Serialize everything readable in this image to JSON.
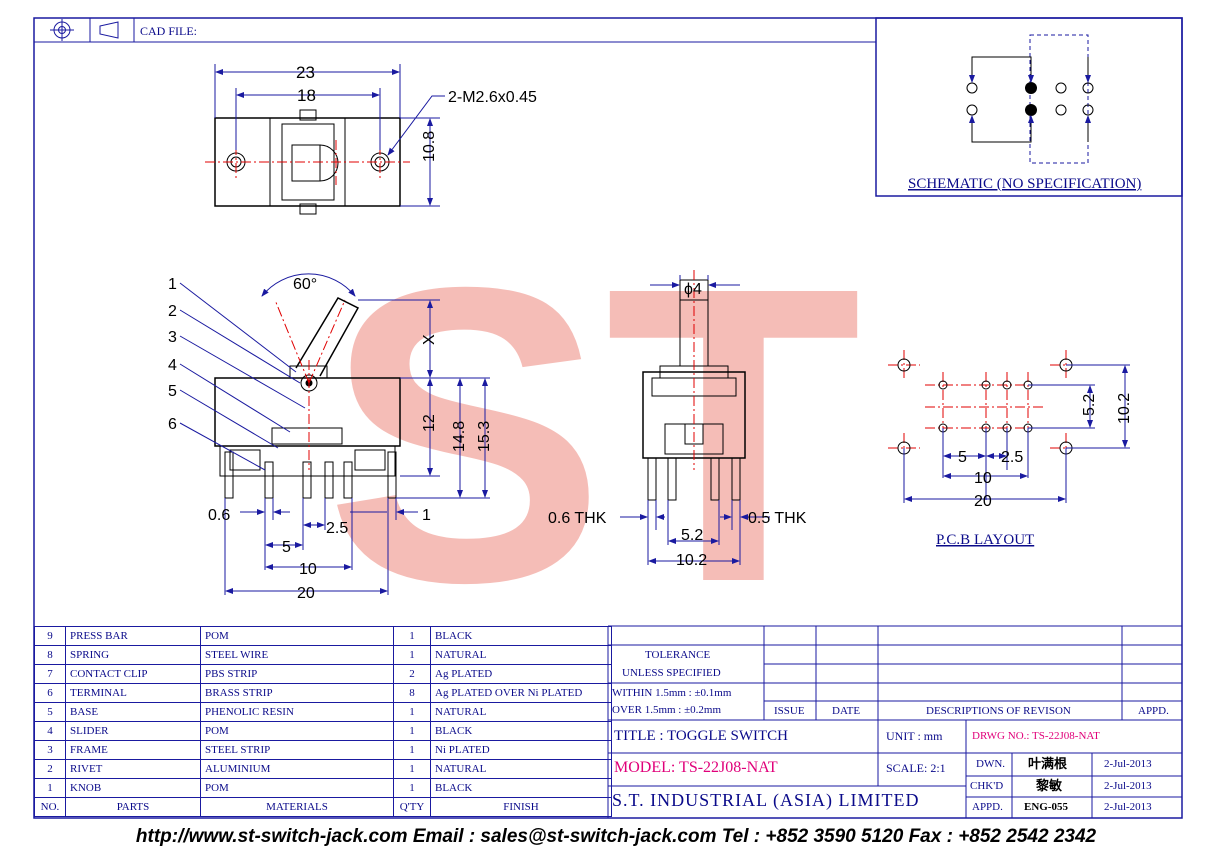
{
  "header": {
    "cad_label": "CAD FILE:"
  },
  "dims_top": {
    "w23": "23",
    "w18": "18",
    "thread": "2-M2.6x0.45",
    "h108": "10.8"
  },
  "dims_side": {
    "angle": "60°",
    "x": "X",
    "h12": "12",
    "h148": "14.8",
    "h153": "15.3",
    "d06": "0.6",
    "d25": "2.5",
    "d1": "1",
    "d5": "5",
    "d10": "10",
    "d20": "20",
    "callouts": [
      "1",
      "2",
      "3",
      "4",
      "5",
      "6"
    ]
  },
  "dims_end": {
    "phi4": "ϕ4",
    "thk06": "0.6 THK",
    "thk05": "0.5 THK",
    "d52": "5.2",
    "d102": "10.2"
  },
  "pcb": {
    "title": "P.C.B LAYOUT",
    "d52": "5.2",
    "d102": "10.2",
    "d5": "5",
    "d25": "2.5",
    "d10": "10",
    "d20": "20"
  },
  "schematic": {
    "title": "SCHEMATIC (NO SPECIFICATION)"
  },
  "watermark": "ST",
  "bom": {
    "rows": [
      {
        "no": "9",
        "part": "PRESS BAR",
        "material": "POM",
        "qty": "1",
        "finish": "BLACK"
      },
      {
        "no": "8",
        "part": "SPRING",
        "material": "STEEL WIRE",
        "qty": "1",
        "finish": "NATURAL"
      },
      {
        "no": "7",
        "part": "CONTACT CLIP",
        "material": "PBS STRIP",
        "qty": "2",
        "finish": "Ag PLATED"
      },
      {
        "no": "6",
        "part": "TERMINAL",
        "material": "BRASS STRIP",
        "qty": "8",
        "finish": "Ag PLATED OVER Ni PLATED"
      },
      {
        "no": "5",
        "part": "BASE",
        "material": "PHENOLIC RESIN",
        "qty": "1",
        "finish": "NATURAL"
      },
      {
        "no": "4",
        "part": "SLIDER",
        "material": "POM",
        "qty": "1",
        "finish": "BLACK"
      },
      {
        "no": "3",
        "part": "FRAME",
        "material": "STEEL STRIP",
        "qty": "1",
        "finish": "Ni PLATED"
      },
      {
        "no": "2",
        "part": "RIVET",
        "material": "ALUMINIUM",
        "qty": "1",
        "finish": "NATURAL"
      },
      {
        "no": "1",
        "part": "KNOB",
        "material": "POM",
        "qty": "1",
        "finish": "BLACK"
      }
    ],
    "header": {
      "no": "NO.",
      "part": "PARTS",
      "material": "MATERIALS",
      "qty": "Q'TY",
      "finish": "FINISH"
    }
  },
  "title_block": {
    "tolerance": "TOLERANCE",
    "unless": "UNLESS   SPECIFIED",
    "within": "WITHIN  1.5mm : ±0.1mm",
    "over": "OVER    1.5mm : ±0.2mm",
    "issue": "ISSUE",
    "date": "DATE",
    "descriptions": "DESCRIPTIONS OF REVISON",
    "appd": "APPD.",
    "title": "TITLE : TOGGLE SWITCH",
    "unit_label": "UNIT :   mm",
    "drwg": "DRWG NO.: TS-22J08-NAT",
    "model": "MODEL: TS-22J08-NAT",
    "scale": "SCALE:  2:1",
    "dwn": "DWN.",
    "dwn_name": "叶满根",
    "dwn_date": "2-Jul-2013",
    "chkd": "CHK'D",
    "chkd_name": "黎敏",
    "chkd_date": "2-Jul-2013",
    "appd2": "APPD.",
    "appd_name": "ENG-055",
    "appd_date": "2-Jul-2013",
    "company": "S.T. INDUSTRIAL (ASIA) LIMITED"
  },
  "footer": "http://www.st-switch-jack.com  Email : sales@st-switch-jack.com  Tel : +852 3590 5120  Fax : +852 2542 2342",
  "colors": {
    "line": "#1a1aa0",
    "center": "#e00000",
    "model": "#e0007a",
    "watermark": "#f2a7a0"
  }
}
